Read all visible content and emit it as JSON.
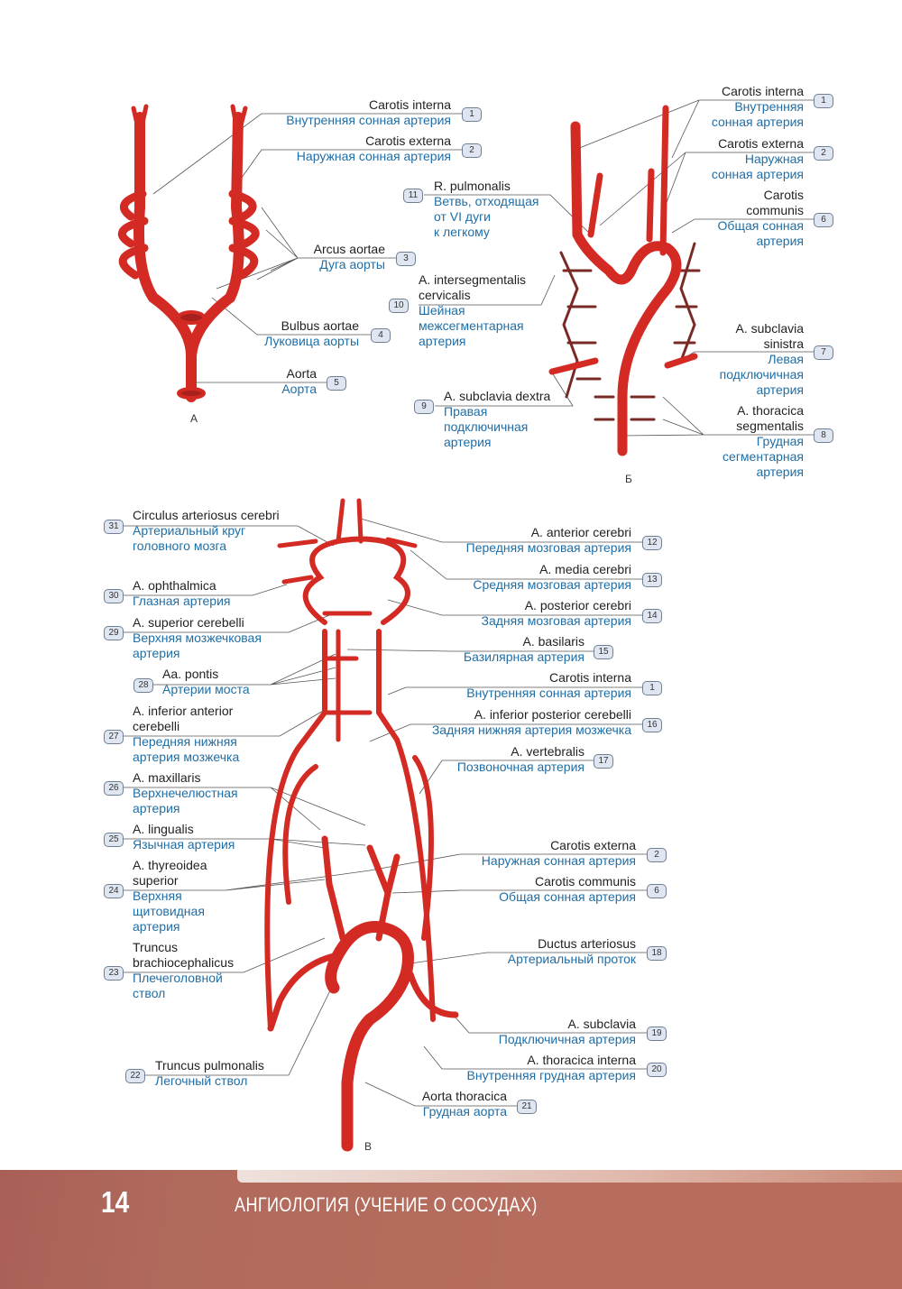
{
  "figures": {
    "A": {
      "caption": "А",
      "labels": [
        {
          "num": "1",
          "latin": "Carotis interna",
          "russian": "Внутренняя сонная артерия"
        },
        {
          "num": "2",
          "latin": "Carotis externa",
          "russian": "Наружная сонная артерия"
        },
        {
          "num": "3",
          "latin": "Arcus aortae",
          "russian": "Дуга аорты"
        },
        {
          "num": "4",
          "latin": "Bulbus aortae",
          "russian": "Луковица аорты"
        },
        {
          "num": "5",
          "latin": "Aorta",
          "russian": "Аорта"
        }
      ]
    },
    "B": {
      "caption": "Б",
      "labels": [
        {
          "num": "1",
          "latin": "Carotis interna",
          "russian": "Внутренняя\nсонная артерия"
        },
        {
          "num": "2",
          "latin": "Carotis externa",
          "russian": "Наружная\nсонная артерия"
        },
        {
          "num": "6",
          "latin": "Carotis\ncommunis",
          "russian": "Общая сонная\nартерия"
        },
        {
          "num": "7",
          "latin": "A. subclavia\nsinistra",
          "russian": "Левая\nподключичная\nартерия"
        },
        {
          "num": "8",
          "latin": "A. thoracica\nsegmentalis",
          "russian": "Грудная\nсегментарная\nартерия"
        },
        {
          "num": "11",
          "latin": "R. pulmonalis",
          "russian": "Ветвь, отходящая\nот VI дуги\nк легкому"
        },
        {
          "num": "10",
          "latin": "A. intersegmentalis\ncervicalis",
          "russian": "Шейная\nмежсегментарная\nартерия"
        },
        {
          "num": "9",
          "latin": "A. subclavia dextra",
          "russian": "Правая\nподключичная\nартерия"
        }
      ]
    },
    "C": {
      "caption": "В",
      "labels": [
        {
          "num": "31",
          "latin": "Circulus arteriosus cerebri",
          "russian": "Артериальный круг\nголовного мозга"
        },
        {
          "num": "30",
          "latin": "A. ophthalmica",
          "russian": "Глазная артерия"
        },
        {
          "num": "29",
          "latin": "A. superior cerebelli",
          "russian": "Верхняя мозжечковая\nартерия"
        },
        {
          "num": "28",
          "latin": "Aa. pontis",
          "russian": "Артерии моста"
        },
        {
          "num": "27",
          "latin": "A. inferior anterior\ncerebelli",
          "russian": "Передняя нижняя\nартерия мозжечка"
        },
        {
          "num": "26",
          "latin": "A. maxillaris",
          "russian": "Верхнечелюстная\nартерия"
        },
        {
          "num": "25",
          "latin": "A. lingualis",
          "russian": "Язычная артерия"
        },
        {
          "num": "24",
          "latin": "A. thyreoidea\nsuperior",
          "russian": "Верхняя\nщитовидная\nартерия"
        },
        {
          "num": "23",
          "latin": "Truncus\nbrachiocephalicus",
          "russian": "Плечеголовной\nствол"
        },
        {
          "num": "22",
          "latin": "Truncus pulmonalis",
          "russian": "Легочный ствол"
        },
        {
          "num": "12",
          "latin": "A. anterior cerebri",
          "russian": "Передняя мозговая артерия"
        },
        {
          "num": "13",
          "latin": "A. media cerebri",
          "russian": "Средняя мозговая артерия"
        },
        {
          "num": "14",
          "latin": "A. posterior cerebri",
          "russian": "Задняя мозговая артерия"
        },
        {
          "num": "15",
          "latin": "A. basilaris",
          "russian": "Базилярная артерия"
        },
        {
          "num": "1",
          "latin": "Carotis interna",
          "russian": "Внутренняя сонная артерия"
        },
        {
          "num": "16",
          "latin": "A. inferior posterior cerebelli",
          "russian": "Задняя нижняя артерия мозжечка"
        },
        {
          "num": "17",
          "latin": "A. vertebralis",
          "russian": "Позвоночная артерия"
        },
        {
          "num": "2",
          "latin": "Carotis externa",
          "russian": "Наружная сонная артерия"
        },
        {
          "num": "6",
          "latin": "Carotis communis",
          "russian": "Общая сонная артерия"
        },
        {
          "num": "18",
          "latin": "Ductus arteriosus",
          "russian": "Артериальный проток"
        },
        {
          "num": "19",
          "latin": "A. subclavia",
          "russian": "Подключичная артерия"
        },
        {
          "num": "20",
          "latin": "A. thoracica interna",
          "russian": "Внутренняя грудная артерия"
        },
        {
          "num": "21",
          "latin": "Aorta thoracica",
          "russian": "Грудная аорта"
        }
      ]
    }
  },
  "footer": {
    "page_number": "14",
    "section_title": "АНГИОЛОГИЯ (УЧЕНИЕ О СОСУДАХ)"
  },
  "colors": {
    "artery": "#d42a24",
    "dark_artery": "#7a2a26",
    "latin_text": "#222222",
    "russian_text": "#1f6ea6",
    "footer": "#b46b5b"
  }
}
